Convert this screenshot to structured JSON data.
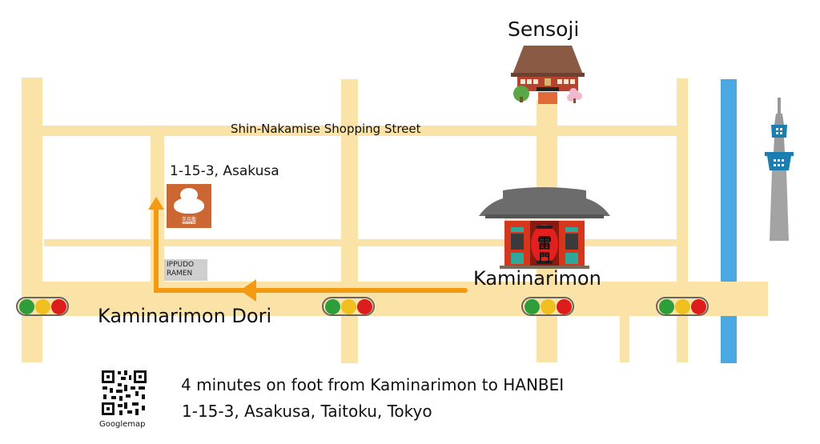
{
  "landmarks": {
    "sensoji": {
      "label": "Sensoji",
      "icon": "temple-icon"
    },
    "kaminarimon": {
      "label": "Kaminarimon",
      "icon": "gate-icon",
      "lantern_text": "雷門"
    },
    "skytree": {
      "icon": "tower-icon"
    }
  },
  "streets": {
    "shopping_street": "Shin-Nakamise Shopping Street",
    "main_road": "Kaminarimon Dori"
  },
  "shop": {
    "address_label": "1-15-3, Asakusa",
    "logo_jp": "半兵衛",
    "logo_en": "HANBEI",
    "logo_color": "#cc6633"
  },
  "nearby": {
    "ippudo_line1": "IPPUDO",
    "ippudo_line2": "RAMEN"
  },
  "footer": {
    "qr_caption": "Googlemap",
    "walk_info": "4 minutes on foot from Kaminarimon to HANBEI",
    "full_address": "1-15-3, Asakusa, Taitoku, Tokyo"
  },
  "colors": {
    "road": "#fbe2a6",
    "river": "#4aa9e3",
    "route": "#f39a12",
    "signal_green": "#2e9e3a",
    "signal_yellow": "#f0c020",
    "signal_red": "#dd1c1c"
  },
  "traffic_signals": [
    {
      "position": "far-left"
    },
    {
      "position": "center-left"
    },
    {
      "position": "center-right"
    },
    {
      "position": "right"
    }
  ]
}
